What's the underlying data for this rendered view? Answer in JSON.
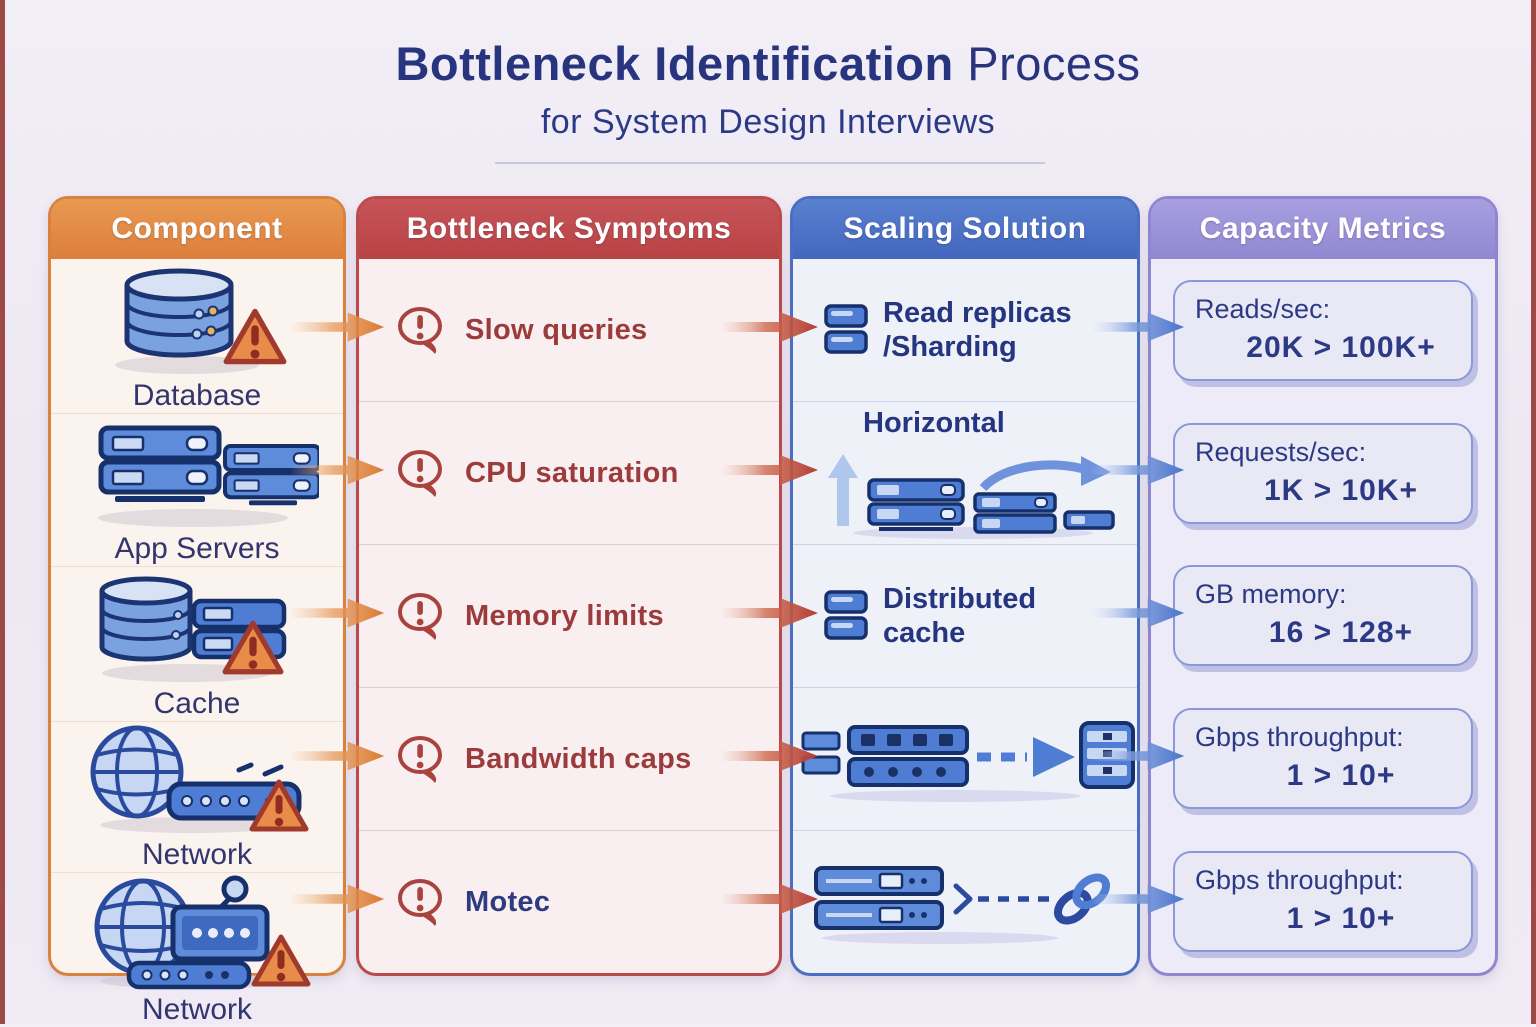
{
  "title": {
    "main_strong": "Bottleneck Identification",
    "main_light": " Process",
    "subtitle": "for System Design Interviews"
  },
  "columns": [
    {
      "id": "component",
      "label": "Component",
      "accent_color": "#DD7E3C"
    },
    {
      "id": "symptoms",
      "label": "Bottleneck Symptoms",
      "accent_color": "#B84345"
    },
    {
      "id": "solution",
      "label": "Scaling Solution",
      "accent_color": "#4267BE"
    },
    {
      "id": "metrics",
      "label": "Capacity Metrics",
      "accent_color": "#9188D2"
    }
  ],
  "rows": [
    {
      "component": {
        "label": "Database",
        "icon": "database-warning-icon"
      },
      "symptom": {
        "label": "Slow queries",
        "icon": "alert-bubble-icon"
      },
      "solution": {
        "line1": "Read replicas",
        "line2": "/Sharding",
        "icon": "database-stack-icon"
      },
      "metric": {
        "label": "Reads/sec:",
        "value": "20K > 100K+"
      }
    },
    {
      "component": {
        "label": "App Servers",
        "icon": "app-servers-icon"
      },
      "symptom": {
        "label": "CPU saturation",
        "icon": "alert-bubble-icon"
      },
      "solution": {
        "label": "Horizontal",
        "icon": "horizontal-scale-diagram-icon"
      },
      "metric": {
        "label": "Requests/sec:",
        "value": "1K > 10K+"
      }
    },
    {
      "component": {
        "label": "Cache",
        "icon": "cache-warning-icon"
      },
      "symptom": {
        "label": "Memory limits",
        "icon": "alert-bubble-icon"
      },
      "solution": {
        "line1": "Distributed",
        "line2": "cache",
        "icon": "cache-stack-icon"
      },
      "metric": {
        "label": "GB memory:",
        "value": "16 > 128+"
      }
    },
    {
      "component": {
        "label": "Network",
        "icon": "network-warning-icon"
      },
      "symptom": {
        "label": "Bandwidth caps",
        "icon": "alert-bubble-icon"
      },
      "solution": {
        "icon": "load-balancer-diagram-icon"
      },
      "metric": {
        "label": "Gbps throughput:",
        "value": "1 > 10+"
      }
    },
    {
      "component": {
        "label": "Network",
        "icon": "network-device-warning-icon"
      },
      "symptom": {
        "label": "Motec",
        "icon": "alert-bubble-icon"
      },
      "solution": {
        "icon": "linked-servers-diagram-icon"
      },
      "metric": {
        "label": "Gbps throughput:",
        "value": "1 > 10+"
      }
    }
  ],
  "colors": {
    "title_navy": "#28357E",
    "symptom_red": "#9C3B3B",
    "warning_orange": "#E98C49",
    "server_blue": "#4E7DD3",
    "arrow_orange": "#DD7E3C",
    "arrow_red": "#B23D35",
    "arrow_blue": "#4A74CC"
  }
}
